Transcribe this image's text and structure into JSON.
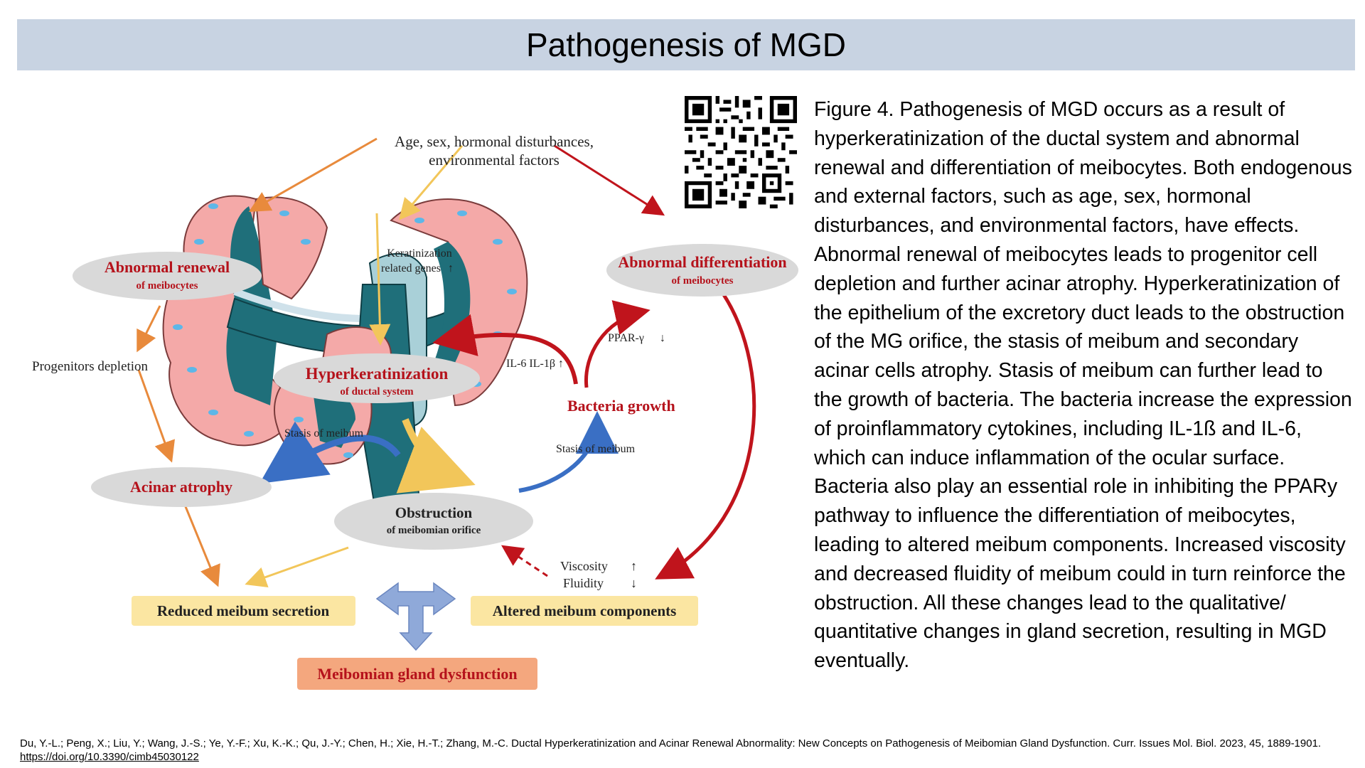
{
  "header": {
    "title": "Pathogenesis of MGD"
  },
  "diagram": {
    "factors_line1": "Age, sex, hormonal disturbances,",
    "factors_line2": "environmental factors",
    "abnormal_renewal": "Abnormal renewal",
    "abnormal_renewal_sub": "of meibocytes",
    "abnormal_differentiation": "Abnormal differentiation",
    "abnormal_differentiation_sub": "of meibocytes",
    "keratinization_line1": "Keratinization",
    "keratinization_line2": "related genes",
    "up_arrow": "↑",
    "down_arrow": "↓",
    "progenitors": "Progenitors depletion",
    "hyperkeratinization": "Hyperkeratinization",
    "hyperkeratinization_sub": "of ductal system",
    "ppar": "PPAR-γ",
    "il": "IL-6 IL-1β",
    "bacteria": "Bacteria growth",
    "stasis_left": "Stasis of meibum",
    "stasis_right": "Stasis of meibum",
    "acinar": "Acinar atrophy",
    "obstruction": "Obstruction",
    "obstruction_sub": "of meibomian orifice",
    "viscosity": "Viscosity",
    "fluidity": "Fluidity",
    "reduced": "Reduced meibum secretion",
    "altered": "Altered meibum components",
    "mgd": "Meibomian gland dysfunction"
  },
  "caption": {
    "text": "Figure 4. Pathogenesis of MGD occurs as a result of hyperkeratinization of the ductal system and abnormal renewal and differentiation of meibocytes. Both endogenous and external factors, such as age, sex, hormonal disturbances, and environmental factors, have effects. Abnormal renewal of meibocytes leads to progenitor cell depletion and further acinar atrophy. Hyperkeratinization of the epithelium of the excretory duct leads to the obstruction of the MG orifice, the stasis of meibum and secondary acinar cells atrophy. Stasis of meibum can further lead to the growth of bacteria. The bacteria increase the expression of proinflammatory cytokines, including IL-1ß and IL-6, which can induce inflammation of the ocular surface. Bacteria also play an essential role in inhibiting the PPARy pathway to influence the differentiation of meibocytes, leading to altered meibum components. Increased viscosity and decreased fluidity of meibum could in turn reinforce the obstruction. All these changes lead to the qualitative/ quantitative changes in gland secretion, resulting in MGD eventually."
  },
  "citation": {
    "text": "Du, Y.-L.; Peng, X.; Liu, Y.; Wang, J.-S.; Ye, Y.-F.; Xu, K.-K.; Qu, J.-Y.; Chen, H.; Xie, H.-T.; Zhang, M.-C. Ductal Hyperkeratinization and Acinar Renewal Abnormality: New Concepts on Pathogenesis of Meibomian Gland Dysfunction. Curr. Issues Mol. Biol. 2023, 45, 1889-1901.",
    "link": "https://doi.org/10.3390/cimb45030122"
  },
  "colors": {
    "title_bar": "#c8d3e2",
    "label_red": "#b5121b",
    "ellipse_gray": "#d9d9d9",
    "duct_teal": "#1f6f7a",
    "acinar_pink": "#f4a9a8",
    "yellow_box": "#fbe6a2",
    "orange_box": "#f4a77e"
  },
  "qr": {
    "icon": "qr-code-icon"
  }
}
